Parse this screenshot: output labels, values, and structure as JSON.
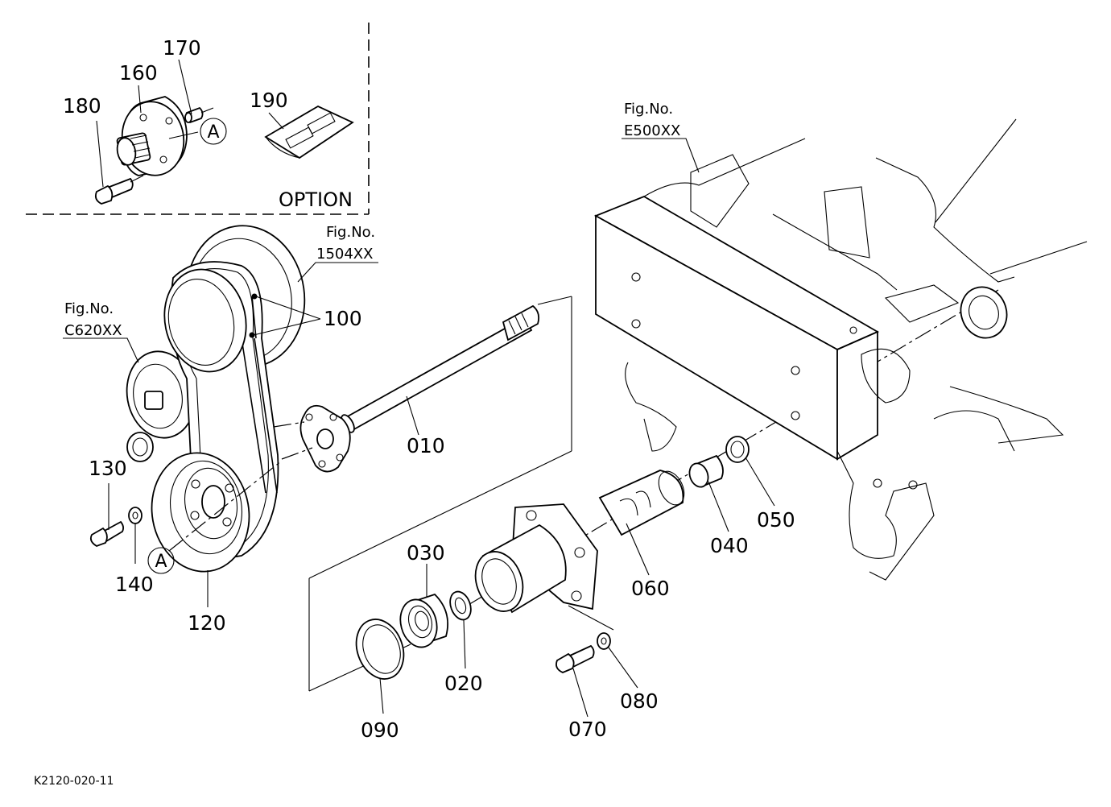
{
  "option_label": "OPTION",
  "figure_code": "K2120-020-11",
  "circle_marker": "A",
  "fig_refs": [
    {
      "title": "Fig.No.",
      "number": "E500XX"
    },
    {
      "title": "Fig.No.",
      "number": "1504XX"
    },
    {
      "title": "Fig.No.",
      "number": "C620XX"
    }
  ],
  "callouts": [
    "010",
    "020",
    "030",
    "040",
    "050",
    "060",
    "070",
    "080",
    "090",
    "100",
    "120",
    "130",
    "140",
    "160",
    "170",
    "180",
    "190"
  ]
}
